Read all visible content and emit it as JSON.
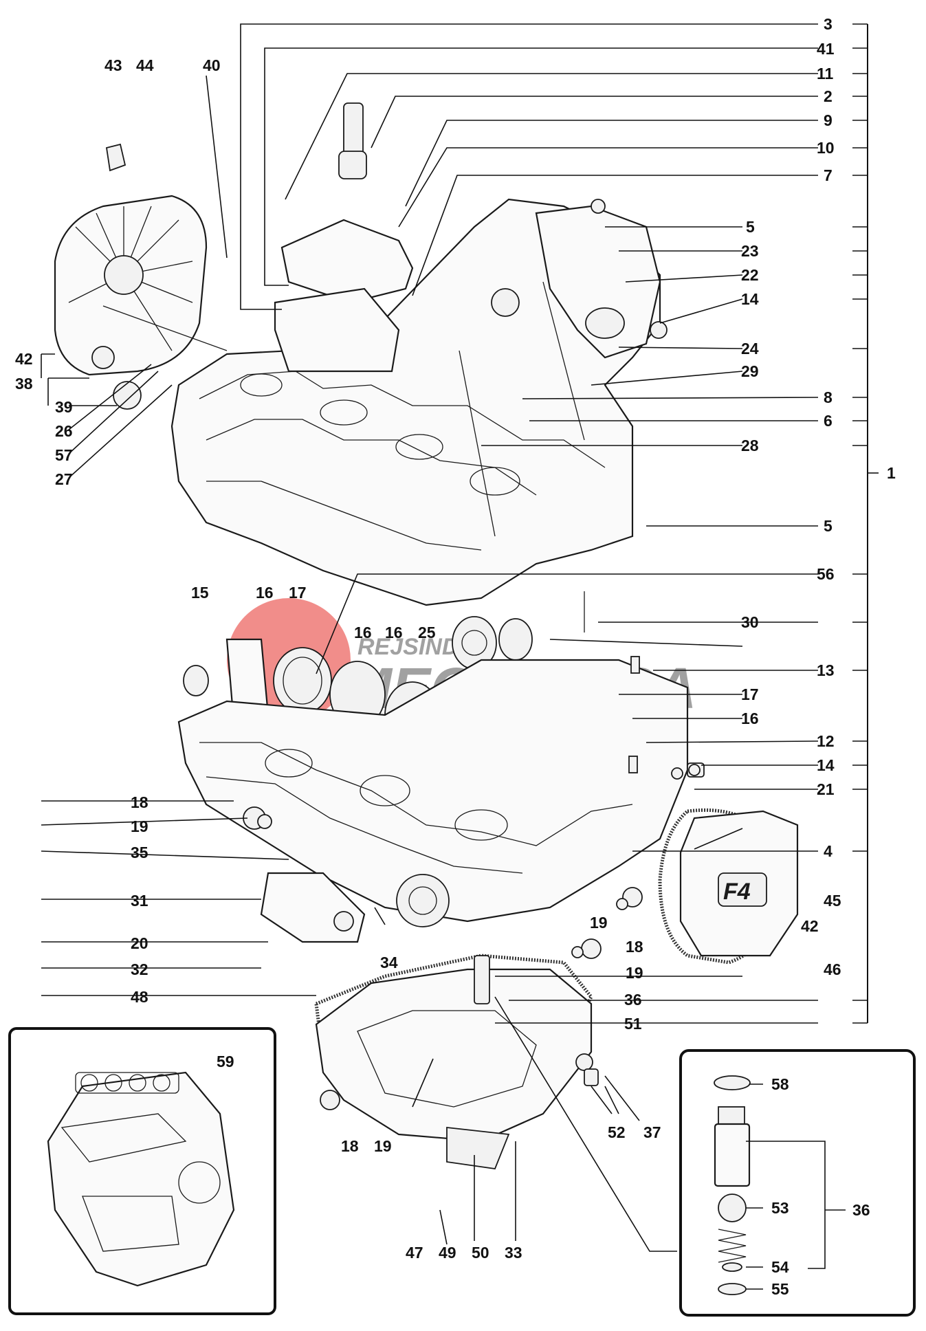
{
  "watermark": {
    "line1": "REJSIND",
    "line2": "MECCANICA"
  },
  "cover_badge": "F4",
  "labels": {
    "l3": "3",
    "l41": "41",
    "l11": "11",
    "l2": "2",
    "l9": "9",
    "l10": "10",
    "l7": "7",
    "l5a": "5",
    "l23": "23",
    "l22": "22",
    "l14a": "14",
    "l24": "24",
    "l29": "29",
    "l8": "8",
    "l6": "6",
    "l28": "28",
    "l1": "1",
    "l5b": "5",
    "l56": "56",
    "l30": "30",
    "l13": "13",
    "l17b": "17",
    "l16d": "16",
    "l12": "12",
    "l14b": "14",
    "l21": "21",
    "l4": "4",
    "l45": "45",
    "l42b": "42",
    "l46": "46",
    "l18b": "18",
    "l19b": "19",
    "l19c": "19",
    "l36a": "36",
    "l51": "51",
    "l37": "37",
    "l52": "52",
    "l43": "43",
    "l44": "44",
    "l40": "40",
    "l42a": "42",
    "l38": "38",
    "l39": "39",
    "l26": "26",
    "l57": "57",
    "l27": "27",
    "l15": "15",
    "l16a": "16",
    "l17a": "17",
    "l16b": "16",
    "l16c": "16",
    "l25": "25",
    "l18a": "18",
    "l19a": "19",
    "l35": "35",
    "l31": "31",
    "l20": "20",
    "l32": "32",
    "l34": "34",
    "l48": "48",
    "l18c": "18",
    "l19d": "19",
    "l47": "47",
    "l49": "49",
    "l50": "50",
    "l33": "33",
    "l59": "59",
    "l58": "58",
    "l53": "53",
    "l36b": "36",
    "l54": "54",
    "l55": "55"
  },
  "colors": {
    "ink": "#111111",
    "watermark_red": "#e8423c",
    "watermark_grey": "#8a8a8a"
  }
}
